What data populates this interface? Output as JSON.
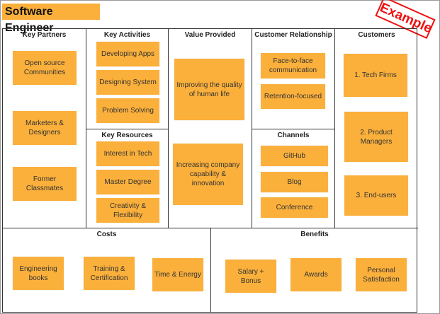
{
  "title": "Software Engineer",
  "stamp": "Example",
  "colors": {
    "note": "#fbb03b",
    "stamp": "#ee1111",
    "border": "#333333"
  },
  "sections": {
    "key_partners": {
      "title": "Key Partners",
      "items": [
        "Open source Communities",
        "Marketers & Designers",
        "Former Classmates"
      ]
    },
    "key_activities": {
      "title": "Key Activities",
      "items": [
        "Developing Apps",
        "Designing System",
        "Problem Solving"
      ]
    },
    "key_resources": {
      "title": "Key Resources",
      "items": [
        "Interest in Tech",
        "Master Degree",
        "Creativity & Flexibility"
      ]
    },
    "value_provided": {
      "title": "Value Provided",
      "items": [
        "Improving the quality of human life",
        "Increasing company capability & innovation"
      ]
    },
    "customer_relationship": {
      "title": "Customer Relationship",
      "items": [
        "Face-to-face communication",
        "Retention-focused"
      ]
    },
    "channels": {
      "title": "Channels",
      "items": [
        "GitHub",
        "Blog",
        "Conference"
      ]
    },
    "customers": {
      "title": "Customers",
      "items": [
        "1. Tech Firms",
        "2. Product Managers",
        "3. End-users"
      ]
    },
    "costs": {
      "title": "Costs",
      "items": [
        "Engineering books",
        "Training & Certification",
        "Time & Energy"
      ]
    },
    "benefits": {
      "title": "Benefits",
      "items": [
        "Salary + Bonus",
        "Awards",
        "Personal Satisfaction"
      ]
    }
  }
}
